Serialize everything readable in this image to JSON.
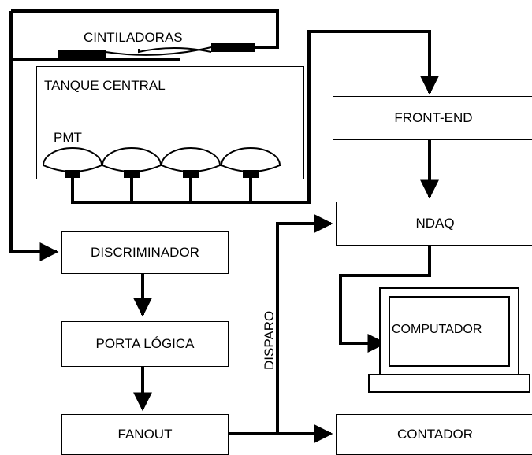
{
  "labels": {
    "cintiladoras": "CINTILADORAS",
    "tanque_central": "TANQUE CENTRAL",
    "pmt": "PMT",
    "front_end": "FRONT-END",
    "ndaq": "NDAQ",
    "discriminador": "DISCRIMINADOR",
    "porta_logica": "PORTA LÓGICA",
    "fanout": "FANOUT",
    "computador": "COMPUTADOR",
    "contador": "CONTADOR",
    "disparo": "DISPARO"
  }
}
